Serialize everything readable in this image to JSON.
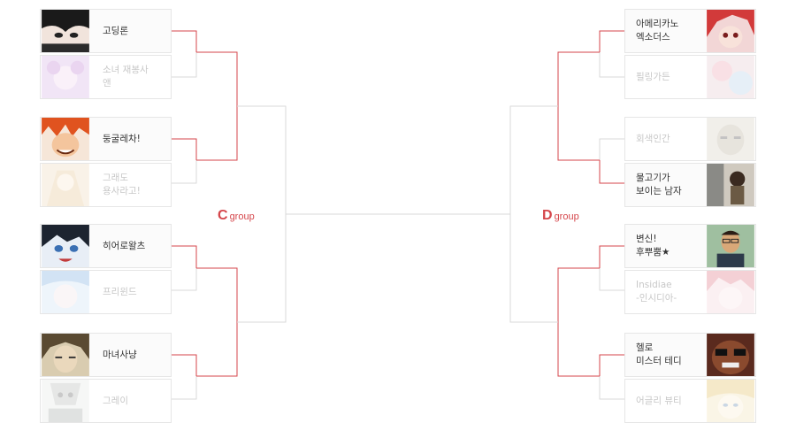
{
  "groups": {
    "c": {
      "letter": "C",
      "suffix": "group"
    },
    "d": {
      "letter": "D",
      "suffix": "group"
    }
  },
  "colors": {
    "accent": "#d5464b",
    "line": "#d9d9d9",
    "loser_text": "#c8c8c8"
  },
  "left_bracket": [
    {
      "title": "고딩론",
      "winner": true
    },
    {
      "title": "소녀 재봉사\n앤",
      "winner": false
    },
    {
      "title": "둥굴레차!",
      "winner": true
    },
    {
      "title": "그래도\n용사라고!",
      "winner": false
    },
    {
      "title": "히어로왈츠",
      "winner": true
    },
    {
      "title": "프리윈드",
      "winner": false
    },
    {
      "title": "마녀사냥",
      "winner": true
    },
    {
      "title": "그레이",
      "winner": false
    }
  ],
  "right_bracket": [
    {
      "title": "아메리카노\n엑소더스",
      "winner": true
    },
    {
      "title": "필링가든",
      "winner": false
    },
    {
      "title": "회색인간",
      "winner": false
    },
    {
      "title": "물고기가\n보이는 남자",
      "winner": true
    },
    {
      "title": "변신!\n후뿌뿜★",
      "winner": true
    },
    {
      "title": "Insidiae\n-인시디아-",
      "winner": false
    },
    {
      "title": "헬로\n미스터 테디",
      "winner": true
    },
    {
      "title": "어글리 뷰티",
      "winner": false
    }
  ]
}
